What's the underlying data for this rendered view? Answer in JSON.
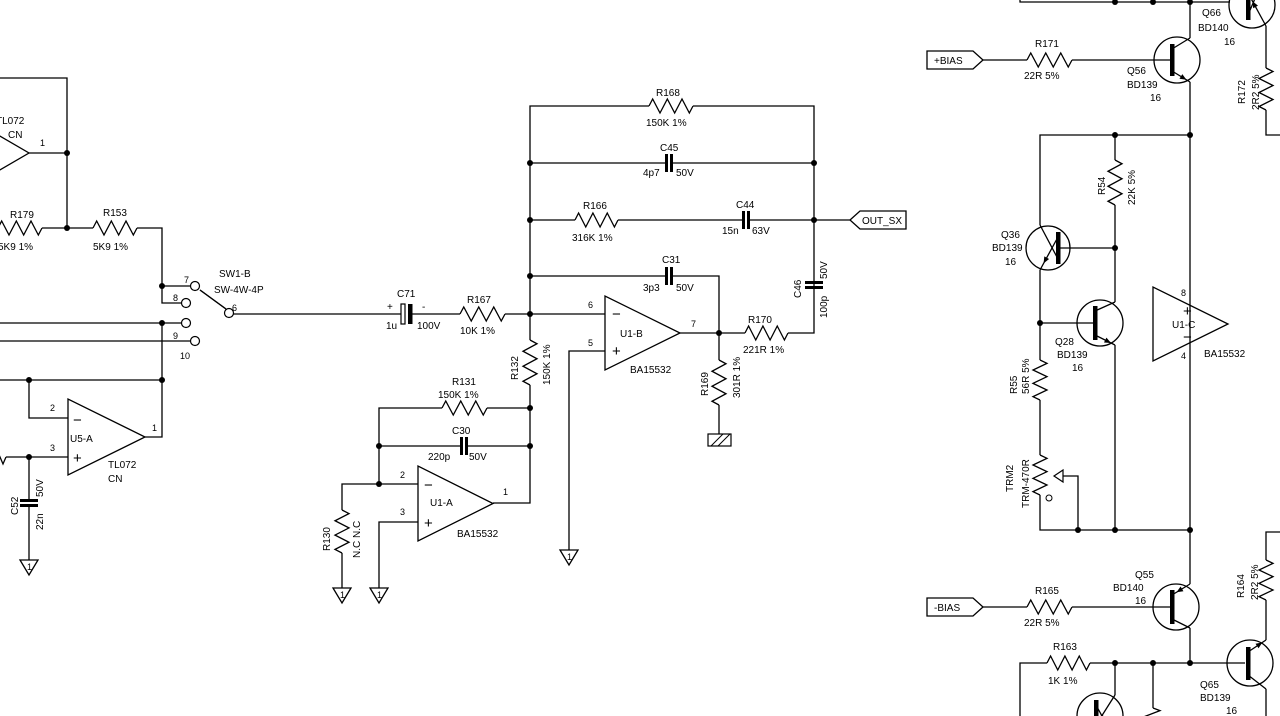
{
  "symbols": {
    "ground_label": "1",
    "plus": "+",
    "minus": "−"
  },
  "parts": {
    "U5B_partial": {
      "ref": "TL072",
      "sub": "CN",
      "pin_out": "1"
    },
    "R179": {
      "ref": "R179",
      "value": "5K9  1%"
    },
    "R153": {
      "ref": "R153",
      "value": "5K9  1%"
    },
    "SW1B": {
      "ref": "SW1-B",
      "type": "SW-4W-4P",
      "pins": [
        "7",
        "8",
        "9",
        "10",
        "6"
      ]
    },
    "U5A": {
      "ref": "U5-A",
      "type": "TL072",
      "sub": "CN",
      "pins": [
        "2",
        "3",
        "1"
      ]
    },
    "C52": {
      "ref": "C52",
      "value": "22n",
      "voltage": "50V"
    },
    "C71": {
      "ref": "C71",
      "value": "1u",
      "voltage": "100V",
      "plus": "+",
      "minus": "-"
    },
    "R167": {
      "ref": "R167",
      "value": "10K  1%"
    },
    "R168": {
      "ref": "R168",
      "value": "150K  1%"
    },
    "C45": {
      "ref": "C45",
      "value": "4p7",
      "voltage": "50V"
    },
    "R166": {
      "ref": "R166",
      "value": "316K  1%"
    },
    "C44": {
      "ref": "C44",
      "value": "15n",
      "voltage": "63V"
    },
    "OUT": {
      "label": "OUT_SX"
    },
    "C31": {
      "ref": "C31",
      "value": "3p3",
      "voltage": "50V"
    },
    "U1B": {
      "ref": "U1-B",
      "type": "BA15532",
      "pins": [
        "6",
        "5",
        "7"
      ]
    },
    "R170": {
      "ref": "R170",
      "value": "221R  1%"
    },
    "C46": {
      "ref": "C46",
      "value": "100p",
      "voltage": "50V"
    },
    "R169": {
      "ref": "R169",
      "value": "301R  1%"
    },
    "R132": {
      "ref": "R132",
      "value": "150K  1%"
    },
    "R131": {
      "ref": "R131",
      "value": "150K  1%"
    },
    "C30": {
      "ref": "C30",
      "value": "220p",
      "voltage": "50V"
    },
    "U1A": {
      "ref": "U1-A",
      "type": "BA15532",
      "pins": [
        "2",
        "3",
        "1"
      ]
    },
    "R130": {
      "ref": "R130",
      "value": "N.C  N.C"
    },
    "PBIAS": {
      "label": "+BIAS"
    },
    "R171": {
      "ref": "R171",
      "value": "22R  5%"
    },
    "Q56": {
      "ref": "Q56",
      "type": "BD139",
      "sub": "16"
    },
    "Q66": {
      "ref": "Q66",
      "type": "BD140",
      "sub": "16"
    },
    "R172": {
      "ref": "R172",
      "value": "2R2  5%"
    },
    "R54": {
      "ref": "R54",
      "value": "22K  5%"
    },
    "Q36": {
      "ref": "Q36",
      "type": "BD139",
      "sub": "16"
    },
    "Q28": {
      "ref": "Q28",
      "type": "BD139",
      "sub": "16"
    },
    "U1C": {
      "ref": "U1-C",
      "type": "BA15532",
      "pins": [
        "8",
        "4"
      ]
    },
    "R55": {
      "ref": "R55",
      "value": "56R  5%"
    },
    "TRM2": {
      "ref": "TRM2",
      "value": "TRM-470R"
    },
    "NBIAS": {
      "label": "-BIAS"
    },
    "R165": {
      "ref": "R165",
      "value": "22R  5%"
    },
    "Q55": {
      "ref": "Q55",
      "type": "BD140",
      "sub": "16"
    },
    "R163": {
      "ref": "R163",
      "value": "1K  1%"
    },
    "Q65": {
      "ref": "Q65",
      "type": "BD139",
      "sub": "16"
    },
    "R164": {
      "ref": "R164",
      "value": "2R2  5%"
    }
  }
}
